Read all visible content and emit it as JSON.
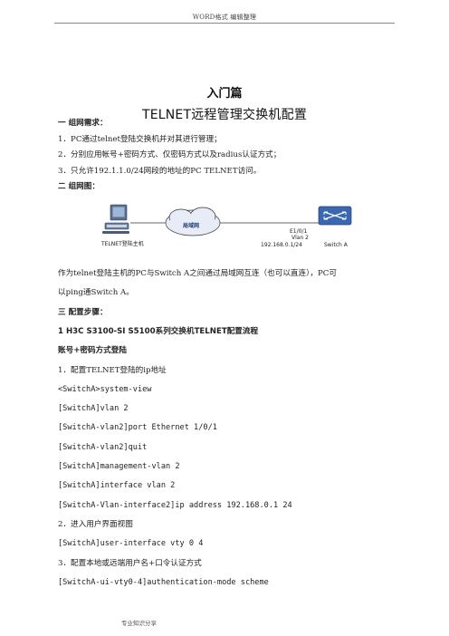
{
  "header": "WORD格式        编辑整理",
  "section_title": "入门篇",
  "doc_title": "TELNET远程管理交换机配置",
  "lines": [
    {
      "text": "一  组网需求：",
      "style": "sub"
    },
    {
      "text": "1．PC通过telnet登陆交换机并对其进行管理；",
      "style": "normal"
    },
    {
      "text": "2．分别应用帐号+密码方式、仅密码方式以及radius认证方式；",
      "style": "normal"
    },
    {
      "text": "3．只允许192.1.1.0/24网段的地址的PC TELNET访问。",
      "style": "normal"
    },
    {
      "text": "二  组网图：",
      "style": "sub"
    }
  ],
  "diagram": {
    "pc_label": "TELNET登陆主机",
    "cloud_label": "局域网",
    "port_label": "E1/0/1",
    "vlan_label": "Vlan 2",
    "ip_label": "192.168.0.1/24",
    "switch_label": "Switch A"
  },
  "lines2": [
    {
      "text": "作为telnet登陆主机的PC与Switch A之间通过局域网互连（也可以直连），PC可",
      "style": "normal"
    },
    {
      "text": "以ping通Switch A。",
      "style": "normal"
    },
    {
      "text": "三  配置步骤：",
      "style": "sub"
    },
    {
      "text": "1  H3C S3100-SI S5100系列交换机TELNET配置流程",
      "style": "sub"
    },
    {
      "text": "账号+密码方式登陆",
      "style": "sub"
    },
    {
      "text": "1．配置TELNET登陆的ip地址",
      "style": "normal"
    },
    {
      "text": "<SwitchA>system-view",
      "style": "code"
    },
    {
      "text": "[SwitchA]vlan 2",
      "style": "code"
    },
    {
      "text": "[SwitchA-vlan2]port Ethernet 1/0/1",
      "style": "code"
    },
    {
      "text": "[SwitchA-vlan2]quit",
      "style": "code"
    },
    {
      "text": "[SwitchA]management-vlan 2",
      "style": "code"
    },
    {
      "text": "[SwitchA]interface vlan 2",
      "style": "code"
    },
    {
      "text": "[SwitchA-Vlan-interface2]ip address 192.168.0.1 24",
      "style": "code"
    },
    {
      "text": "2．进入用户界面视图",
      "style": "normal"
    },
    {
      "text": "[SwitchA]user-interface vty 0 4",
      "style": "code"
    },
    {
      "text": "3．配置本地或远端用户名+口令认证方式",
      "style": "normal"
    },
    {
      "text": "[SwitchA-ui-vty0-4]authentication-mode scheme",
      "style": "code"
    }
  ],
  "footer": "专业知识分享"
}
